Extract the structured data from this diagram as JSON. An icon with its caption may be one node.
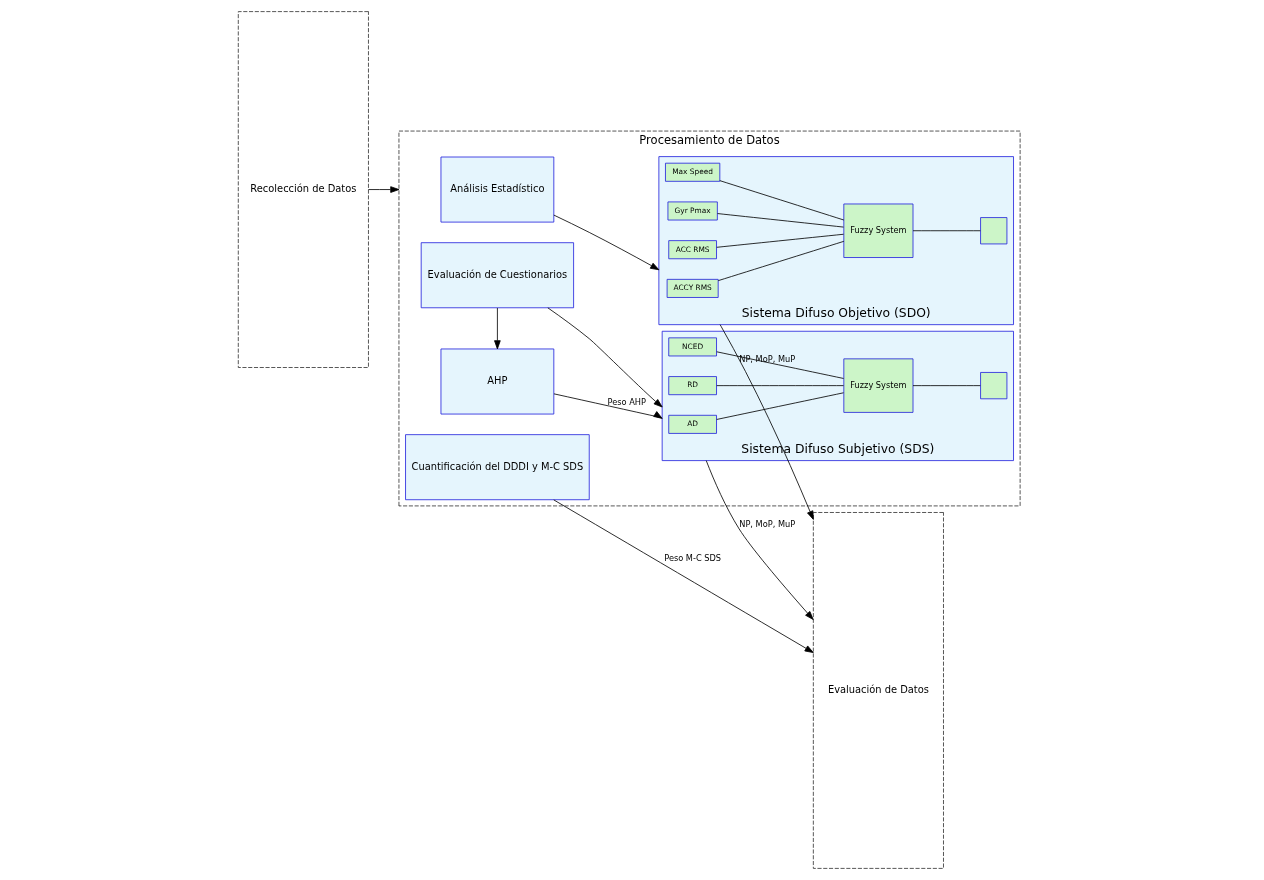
{
  "diagram": {
    "nodes": [
      {
        "text": [
          "Recolección de Datos"
        ]
      },
      {
        "text": [
          "Procesamiento de Datos"
        ]
      },
      {
        "text": [
          "Análisis Estadístico"
        ],
        "in": 1
      },
      {
        "text": [
          "Sistema Difuso Objetivo (SDO)"
        ],
        "in": 1
      },
      {
        "text": [
          "ACCY RMS"
        ],
        "in": 3
      },
      {
        "text": [
          "ACC RMS"
        ],
        "in": 3
      },
      {
        "text": [
          "Max Speed"
        ],
        "in": 3
      },
      {
        "text": [
          "Gyr Pmax"
        ],
        "in": 3
      },
      {
        "text": [
          "Fuzzy System"
        ],
        "in": 3
      },
      {
        "text": [],
        "shape": "box",
        "in": 3
      },
      {
        "text": [
          "Evaluación de Cuestionarios"
        ],
        "in": 1
      },
      {
        "text": [
          "Sistema Difuso Subjetivo (SDS)"
        ],
        "in": 1
      },
      {
        "text": [
          "AD"
        ],
        "in": 11
      },
      {
        "text": [
          "NCED"
        ],
        "in": 11
      },
      {
        "text": [
          "RD"
        ],
        "in": 11
      },
      {
        "text": [
          "Fuzzy System"
        ],
        "in": 11
      },
      {
        "text": [],
        "shape": "box",
        "in": 11
      },
      {
        "text": [
          "AHP"
        ],
        "in": 1
      },
      {
        "text": [
          "Cuantificación del DDDI y M-C SDS"
        ],
        "in": 1
      },
      {
        "text": [
          "Evaluación de Datos"
        ]
      }
    ],
    "edges": [
      {
        "from": 0,
        "to": 1,
        "arrow": "to"
      },
      {
        "from": 2,
        "to": 3,
        "arrow": "to"
      },
      {
        "from": 4,
        "to": 8,
        "arrow": "none"
      },
      {
        "from": 5,
        "to": 8,
        "arrow": "none"
      },
      {
        "from": 6,
        "to": 8,
        "arrow": "none"
      },
      {
        "from": 7,
        "to": 8,
        "arrow": "none"
      },
      {
        "from": 8,
        "to": 9,
        "arrow": "none"
      },
      {
        "from": 3,
        "to": 19,
        "arrow": "to",
        "label": "NP, MoP, MuP"
      },
      {
        "from": 10,
        "to": 11,
        "arrow": "to"
      },
      {
        "from": 12,
        "to": 15,
        "arrow": "none"
      },
      {
        "from": 13,
        "to": 15,
        "arrow": "none"
      },
      {
        "from": 14,
        "to": 15,
        "arrow": "none"
      },
      {
        "from": 15,
        "to": 16,
        "arrow": "none"
      },
      {
        "from": 11,
        "to": 19,
        "arrow": "to",
        "label": "NP, MoP, MuP"
      },
      {
        "from": 10,
        "to": 17,
        "arrow": "to"
      },
      {
        "from": 17,
        "to": 11,
        "arrow": "to",
        "label": "Peso AHP"
      },
      {
        "from": 18,
        "to": 19,
        "arrow": "to",
        "label": "Peso M-C SDS"
      }
    ]
  }
}
